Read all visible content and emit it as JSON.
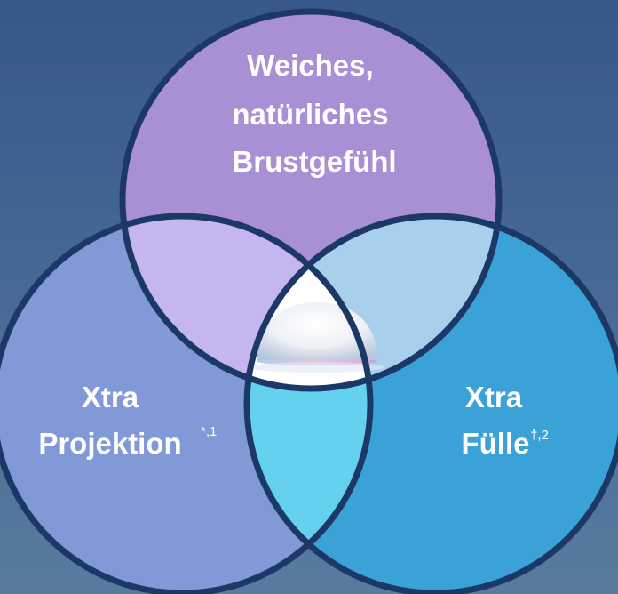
{
  "diagram": {
    "type": "venn",
    "colors": {
      "background_top": "#37588a",
      "background_bottom": "#587b9f",
      "outline": "#1c3866",
      "top_circle": "#a98fd3",
      "left_circle": "#8199d6",
      "right_circle": "#3aa2d6",
      "top_left_overlap": "#c6b6ef",
      "top_right_overlap": "#a8d0ec",
      "left_right_overlap": "#64d1ef",
      "center": "#ffffff"
    },
    "top_circle": {
      "label_lines": [
        "Weiches,",
        "natürliches",
        "Brustgefühl"
      ]
    },
    "left_circle": {
      "label_lines": [
        "Xtra",
        "Projektion"
      ],
      "superscript": "*,1"
    },
    "right_circle": {
      "label_lines": [
        "Xtra",
        "Fülle"
      ],
      "superscript": "†,2"
    },
    "center_image": "breast-implant-icon"
  }
}
